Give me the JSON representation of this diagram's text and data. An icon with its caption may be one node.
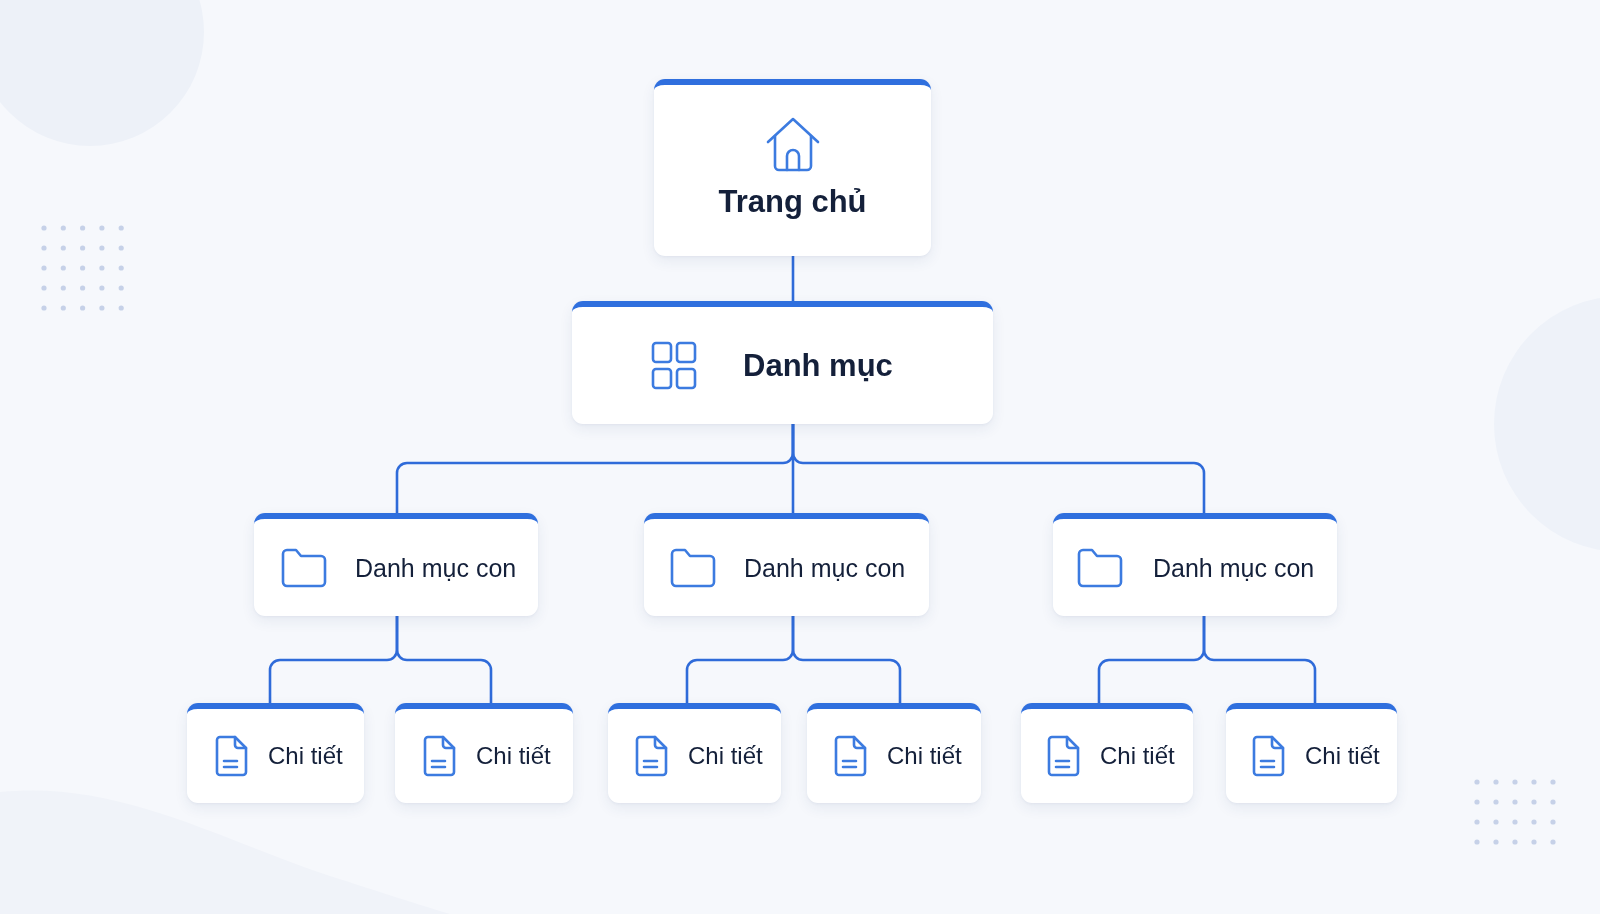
{
  "diagram": {
    "nodes": [
      {
        "text": [
          "Trang chủ"
        ]
      },
      {
        "text": [
          "Danh mục"
        ]
      },
      {
        "text": [
          "Danh mục con"
        ]
      },
      {
        "text": [
          "Danh mục con"
        ]
      },
      {
        "text": [
          "Danh mục con"
        ]
      },
      {
        "text": [
          "Chi tiết"
        ]
      },
      {
        "text": [
          "Chi tiết"
        ]
      },
      {
        "text": [
          "Chi tiết"
        ]
      },
      {
        "text": [
          "Chi tiết"
        ]
      },
      {
        "text": [
          "Chi tiết"
        ]
      },
      {
        "text": [
          "Chi tiết"
        ]
      }
    ],
    "edges": [
      {
        "from": 0,
        "to": 1,
        "arrow": "none"
      },
      {
        "from": 1,
        "to": 2,
        "arrow": "none"
      },
      {
        "from": 1,
        "to": 3,
        "arrow": "none"
      },
      {
        "from": 1,
        "to": 4,
        "arrow": "none"
      },
      {
        "from": 2,
        "to": 5,
        "arrow": "none"
      },
      {
        "from": 2,
        "to": 6,
        "arrow": "none"
      },
      {
        "from": 3,
        "to": 7,
        "arrow": "none"
      },
      {
        "from": 3,
        "to": 8,
        "arrow": "none"
      },
      {
        "from": 4,
        "to": 9,
        "arrow": "none"
      },
      {
        "from": 4,
        "to": 10,
        "arrow": "none"
      }
    ]
  }
}
